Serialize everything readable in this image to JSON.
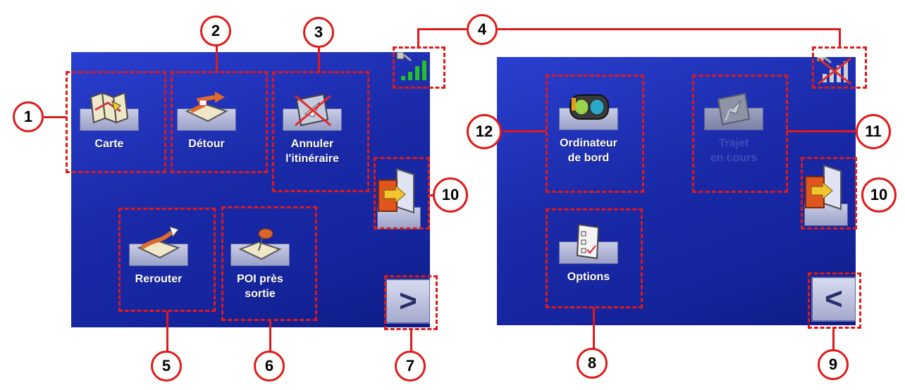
{
  "colors": {
    "screen_blue": "#1a2aa8",
    "annotation_red": "#e01a1a"
  },
  "left_screen": {
    "buttons": {
      "carte": {
        "label": "Carte",
        "icon": "map-icon"
      },
      "detour": {
        "label": "Détour",
        "icon": "detour-icon"
      },
      "annuler": {
        "label_line1": "Annuler",
        "label_line2": "l'itinéraire",
        "icon": "cancel-route-icon"
      },
      "rerouter": {
        "label": "Rerouter",
        "icon": "reroute-icon"
      },
      "poi": {
        "label_line1": "POI près",
        "label_line2": "sortie",
        "icon": "poi-pushpin-icon"
      }
    },
    "next_button": {
      "symbol": ">"
    },
    "exit_icon": "exit-door-icon",
    "gps_icon": "gps-signal-icon"
  },
  "right_screen": {
    "buttons": {
      "ordinateur": {
        "label_line1": "Ordinateur",
        "label_line2": "de bord",
        "icon": "trip-computer-icon"
      },
      "trajet": {
        "label_line1": "Trajet",
        "label_line2": "en cours",
        "icon": "current-route-icon",
        "enabled": false
      },
      "options": {
        "label": "Options",
        "icon": "options-checklist-icon"
      }
    },
    "back_button": {
      "symbol": "<"
    },
    "exit_icon": "exit-door-icon",
    "gps_icon": "gps-no-signal-icon"
  },
  "callouts": {
    "c1": "1",
    "c2": "2",
    "c3": "3",
    "c4": "4",
    "c5": "5",
    "c6": "6",
    "c7": "7",
    "c8": "8",
    "c9": "9",
    "c10a": "10",
    "c10b": "10",
    "c11": "11",
    "c12": "12"
  }
}
